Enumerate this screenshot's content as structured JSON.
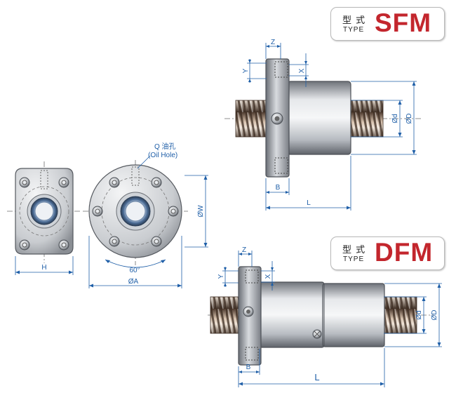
{
  "badges": {
    "sfm": {
      "cn": "型 式",
      "type": "TYPE",
      "model": "SFM"
    },
    "dfm": {
      "cn": "型 式",
      "type": "TYPE",
      "model": "DFM"
    }
  },
  "labels": {
    "oil_hole_q": "Q 油孔",
    "oil_hole_en": "(Oil Hole)",
    "dim_h": "H",
    "dim_60": "60°",
    "dim_a": "ØA",
    "dim_w": "ØW",
    "dim_z": "Z",
    "dim_y": "Y",
    "dim_x": "X",
    "dim_b": "B",
    "dim_l": "L",
    "dim_d_small": "Ød",
    "dim_d_large": "ØD"
  },
  "colors": {
    "dimension": "#1f5fa8",
    "accent": "#c3262d",
    "steel": "#8a8f96"
  }
}
